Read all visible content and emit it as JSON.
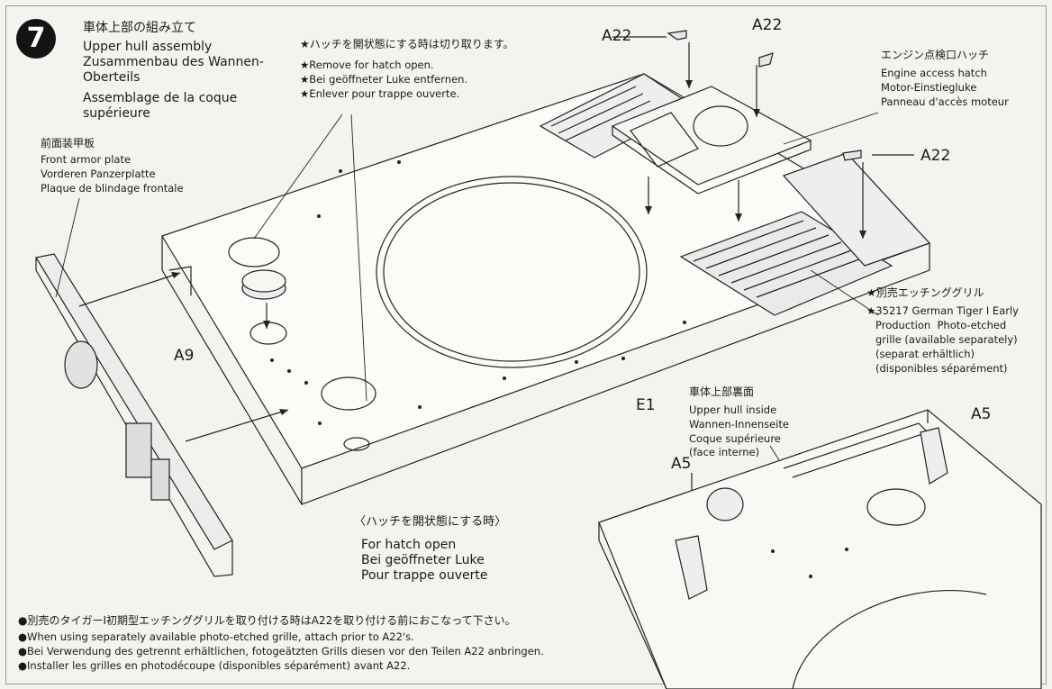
{
  "step": {
    "number": "7",
    "title_jp": "車体上部の組み立て",
    "title_en": "Upper hull assembly",
    "title_de_1": "Zusammenbau des Wannen-",
    "title_de_2": "Oberteils",
    "title_fr_1": "Assemblage de la coque",
    "title_fr_2": "supérieure"
  },
  "front_armor": {
    "jp": "前面装甲板",
    "en": "Front armor plate",
    "de": "Vorderen Panzerplatte",
    "fr": "Plaque de blindage frontale"
  },
  "remove_note": {
    "jp": "★ハッチを開状態にする時は切り取ります。",
    "en": "★Remove for hatch open.",
    "de": "★Bei geöffneter Luke entfernen.",
    "fr": "★Enlever pour trappe ouverte."
  },
  "engine_hatch": {
    "jp": "エンジン点検口ハッチ",
    "en": "Engine access hatch",
    "de": "Motor-Einstiegluke",
    "fr": "Panneau d'accès moteur"
  },
  "grille_note": {
    "jp": "★別売エッチンググリル",
    "line1": "★35217 German Tiger I Early",
    "line2": "Production  Photo-etched",
    "line3": "grille (available separately)",
    "line4": "(separat erhältlich)",
    "line5": "(disponibles séparément)"
  },
  "hull_inside": {
    "jp": "車体上部裏面",
    "en": "Upper hull inside",
    "de": "Wannen-Innenseite",
    "fr": "Coque supérieure",
    "fr2": "(face interne)"
  },
  "hatch_open": {
    "jp": "〈ハッチを開状態にする時〉",
    "en": "For hatch open",
    "de": "Bei geöffneter Luke",
    "fr": "Pour trappe ouverte"
  },
  "parts": {
    "a22_1": "A22",
    "a22_2": "A22",
    "a22_3": "A22",
    "a9": "A9",
    "e1": "E1",
    "a5_1": "A5",
    "a5_2": "A5"
  },
  "footer": {
    "jp": "●別売のタイガーI初期型エッチンググリルを取り付ける時はA22を取り付ける前におこなって下さい。",
    "en": "●When using separately available photo-etched grille, attach prior to A22's.",
    "de": "●Bei Verwendung des getrennt erhältlichen, fotogeätzten Grills diesen vor den Teilen A22 anbringen.",
    "fr": "●Installer les grilles en photodécoupe (disponibles séparément) avant A22."
  }
}
